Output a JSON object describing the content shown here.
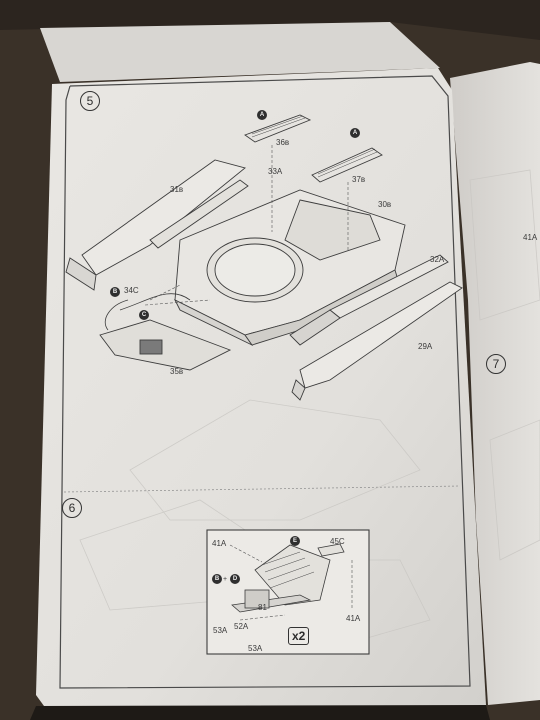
{
  "steps": {
    "s5": "5",
    "s6": "6",
    "s7": "7"
  },
  "parts": {
    "p36b": "36в",
    "p37b": "37в",
    "p33a": "33A",
    "p31b": "31в",
    "p30b": "30в",
    "p32a": "32A",
    "p29a": "29A",
    "p34c": "34C",
    "p35b": "35в",
    "p45c": "45C",
    "p41a_l": "41A",
    "p41a_r": "41A",
    "p81": "81",
    "p53a_l": "53A",
    "p52a": "52A",
    "p53a_b": "53A",
    "p41a_edge": "41A"
  },
  "markers": {
    "a1": "A",
    "a2": "A",
    "b": "B",
    "c": "C",
    "e": "E",
    "b2": "B",
    "d": "D"
  },
  "multiplier": "x2",
  "colors": {
    "background": "#3a3128",
    "paper": "#e6e4e0",
    "ink": "#3a3a3a"
  }
}
